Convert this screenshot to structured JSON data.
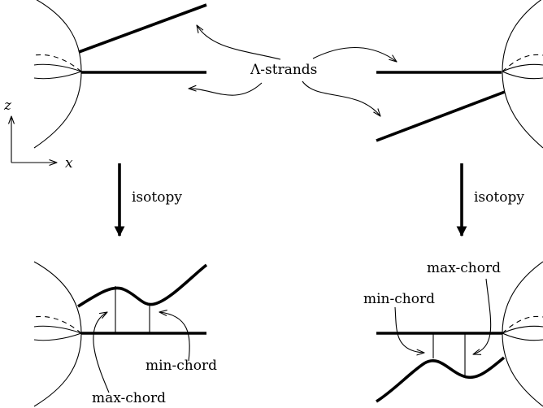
{
  "labels": {
    "lambda_strands": "Λ-strands",
    "axis_z": "z",
    "axis_x": "x",
    "isotopy_left": "isotopy",
    "isotopy_right": "isotopy",
    "max_chord_left": "max-chord",
    "min_chord_left": "min-chord",
    "max_chord_right": "max-chord",
    "min_chord_right": "min-chord"
  },
  "colors": {
    "ink": "#000000",
    "background": "#ffffff"
  }
}
